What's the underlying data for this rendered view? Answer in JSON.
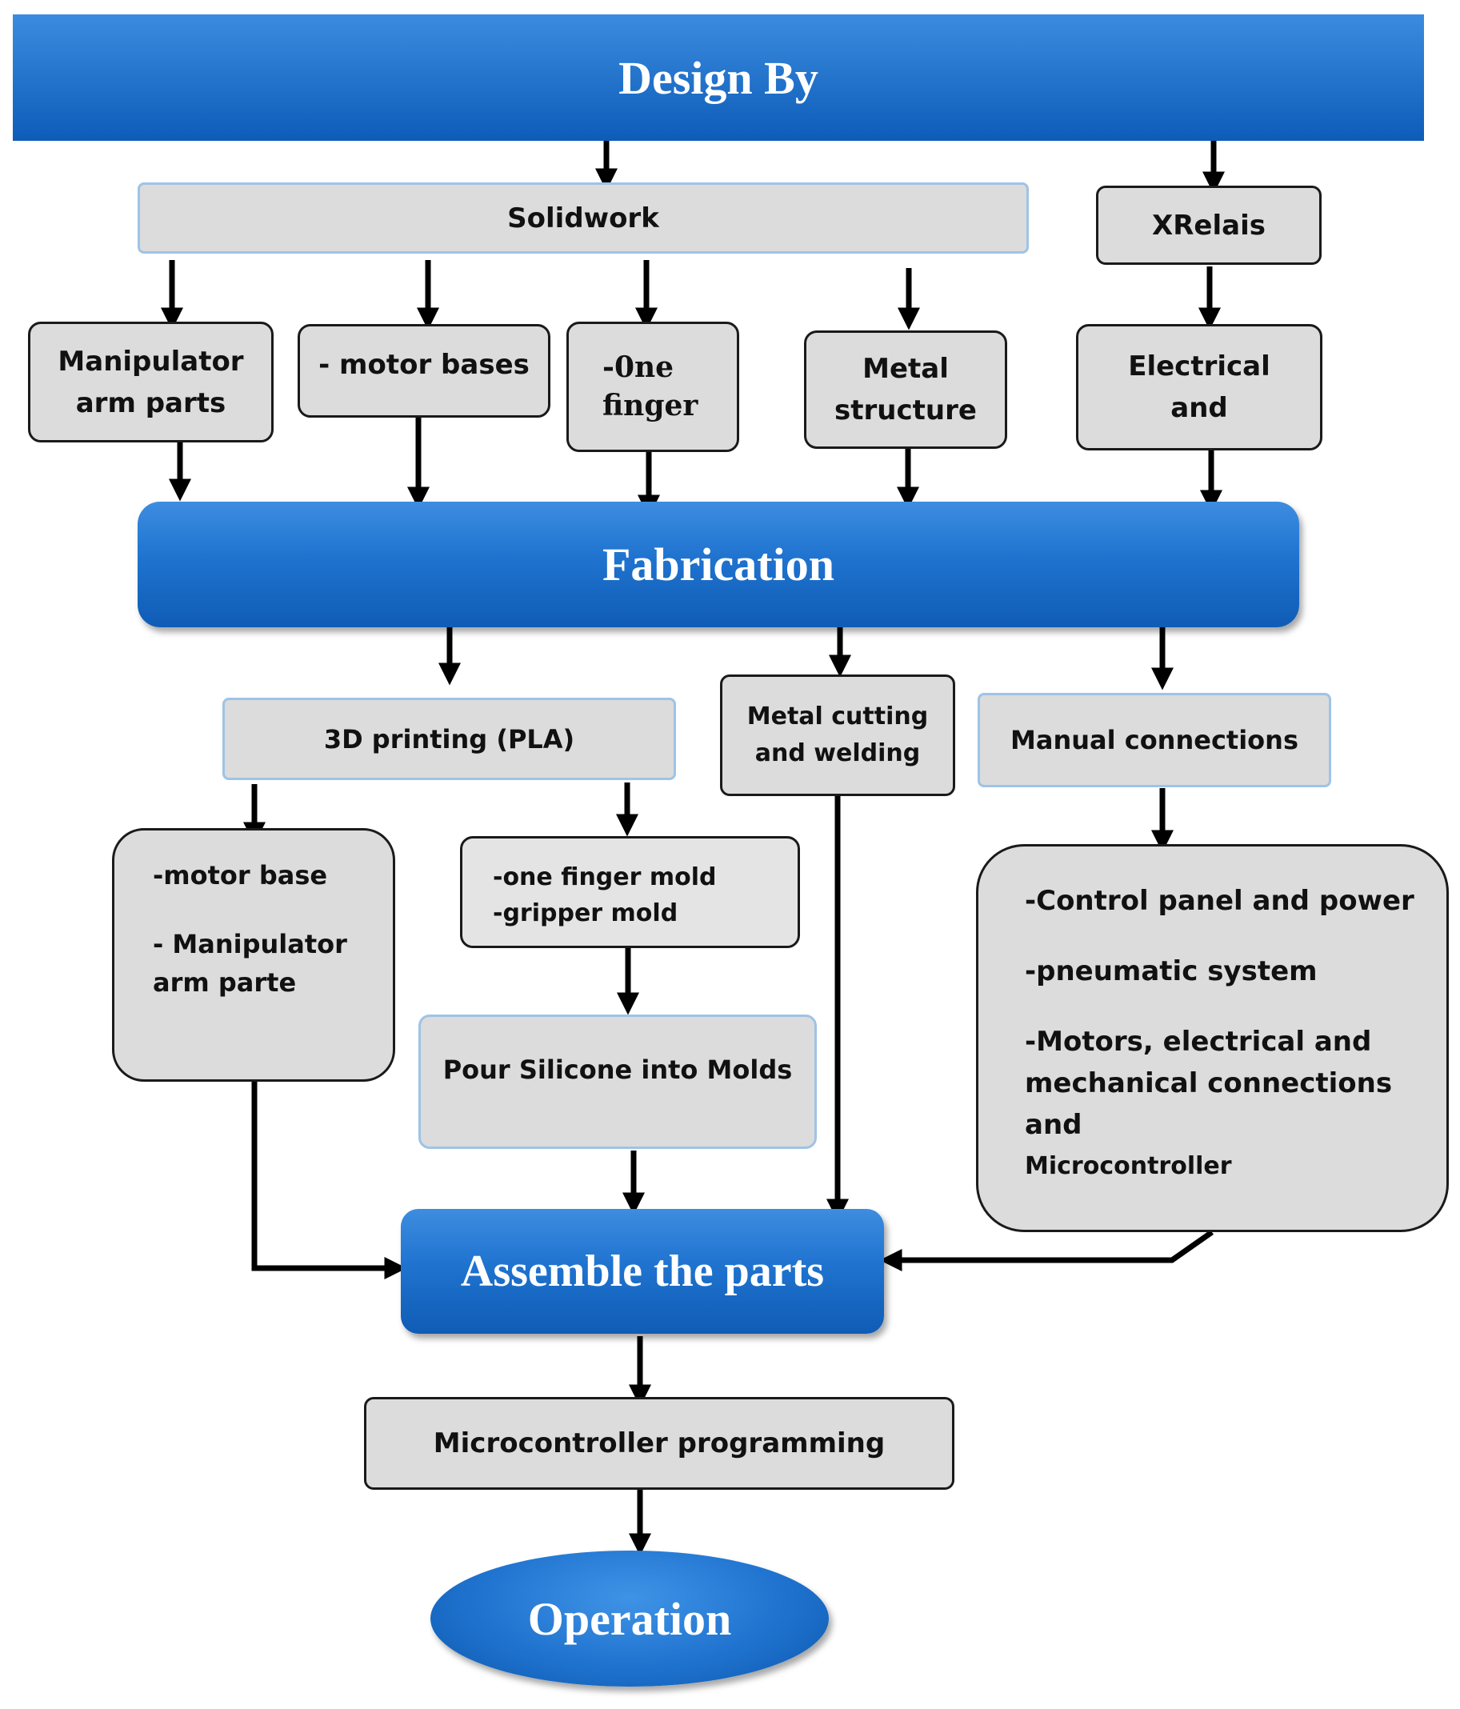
{
  "top_banner": {
    "label": "Design By"
  },
  "design_tools": {
    "solidwork": "Solidwork",
    "xrelais": "XRelais"
  },
  "design_items": {
    "manipulator_arm_parts": [
      "Manipulator",
      "arm parts"
    ],
    "motor_bases": "- motor bases",
    "one_finger": [
      "-0ne",
      "finger"
    ],
    "metal_structure": [
      "Metal",
      "structure"
    ],
    "electrical": [
      "Electrical",
      "and"
    ]
  },
  "fabrication_banner": {
    "label": "Fabrication"
  },
  "fabrication_methods": {
    "printing_3d": "3D printing (PLA)",
    "metal_cutting": [
      "Metal cutting",
      "and welding"
    ],
    "manual_connections": "Manual connections"
  },
  "printed_parts": {
    "motor_base": "-motor base",
    "manipulator_arm": [
      "- Manipulator",
      "arm parte"
    ]
  },
  "molds": {
    "one_finger_mold": "-one finger mold",
    "gripper_mold": "-gripper mold"
  },
  "pour_silicone": "Pour Silicone into Molds",
  "manual_parts": {
    "control_panel": "-Control panel and power",
    "pneumatic": "-pneumatic system",
    "motors_line1": "-Motors, electrical and",
    "motors_line2": "mechanical connections and",
    "motors_line3": "Microcontroller"
  },
  "assemble_banner": {
    "label": "Assemble the parts"
  },
  "microcontroller_programming": "Microcontroller programming",
  "operation": {
    "label": "Operation"
  },
  "colors": {
    "banner_blue": "#1f73cf",
    "box_gray": "#dcdcdc",
    "stroke": "#000000",
    "light_border": "#9ec3e6"
  }
}
